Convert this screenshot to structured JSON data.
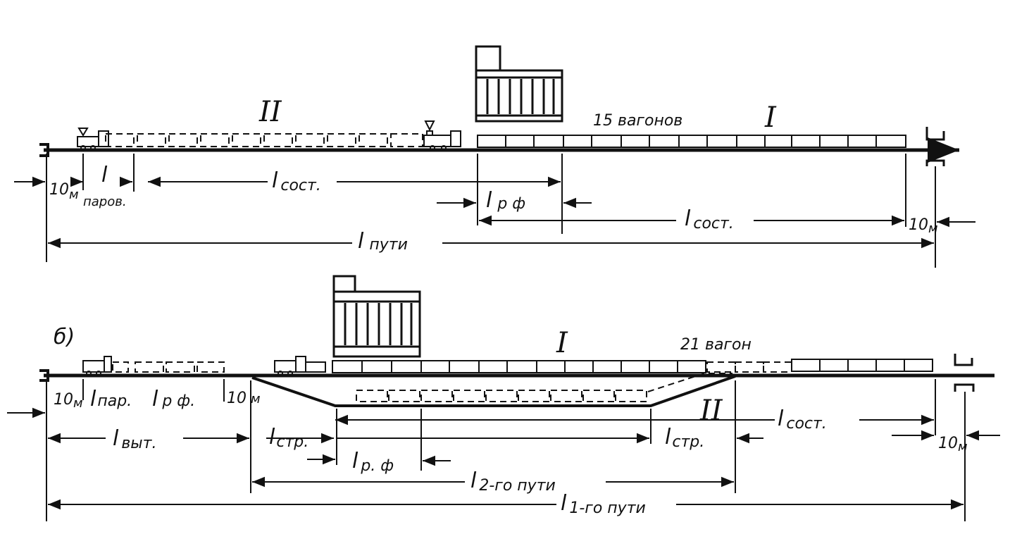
{
  "diagram_a": {
    "roman_2": "II",
    "roman_1": "I",
    "wagons_count": "15 вагонов",
    "dim_10m_left": {
      "num": "10",
      "unit": "м"
    },
    "dim_l_locomotive": {
      "main": "l",
      "sub": "паров."
    },
    "dim_l_train_top": {
      "main": "l",
      "sub": "сост."
    },
    "dim_l_rf": {
      "main": "l",
      "sub": "р ф"
    },
    "dim_l_train_bottom": {
      "main": "l",
      "sub": "сост."
    },
    "dim_10m_right": {
      "num": "10",
      "unit": "м"
    },
    "dim_l_track": {
      "main": "l",
      "sub": "пути"
    }
  },
  "diagram_b": {
    "label": "б)",
    "roman_1": "I",
    "roman_2": "II",
    "wagons_count": "21 вагон",
    "dim_10m_left": {
      "num": "10",
      "unit": "м"
    },
    "dim_l_par": {
      "main": "l",
      "sub": "пар."
    },
    "dim_l_rf_left": {
      "main": "l",
      "sub": "р ф."
    },
    "dim_10m_mid": {
      "num": "10",
      "unit": "м"
    },
    "dim_l_pull": {
      "main": "l",
      "sub": "выт."
    },
    "dim_l_switch_left": {
      "main": "l",
      "sub": "стр."
    },
    "dim_l_rf_mid": {
      "main": "l",
      "sub": "р. ф"
    },
    "dim_l_switch_right": {
      "main": "l",
      "sub": "стр."
    },
    "dim_l_train": {
      "main": "l",
      "sub": "сост."
    },
    "dim_10m_right": {
      "num": "10",
      "unit": "м"
    },
    "dim_l_track2": {
      "main": "l",
      "sub": "2-го пути"
    },
    "dim_l_track1": {
      "main": "l",
      "sub": "1-го пути"
    }
  }
}
